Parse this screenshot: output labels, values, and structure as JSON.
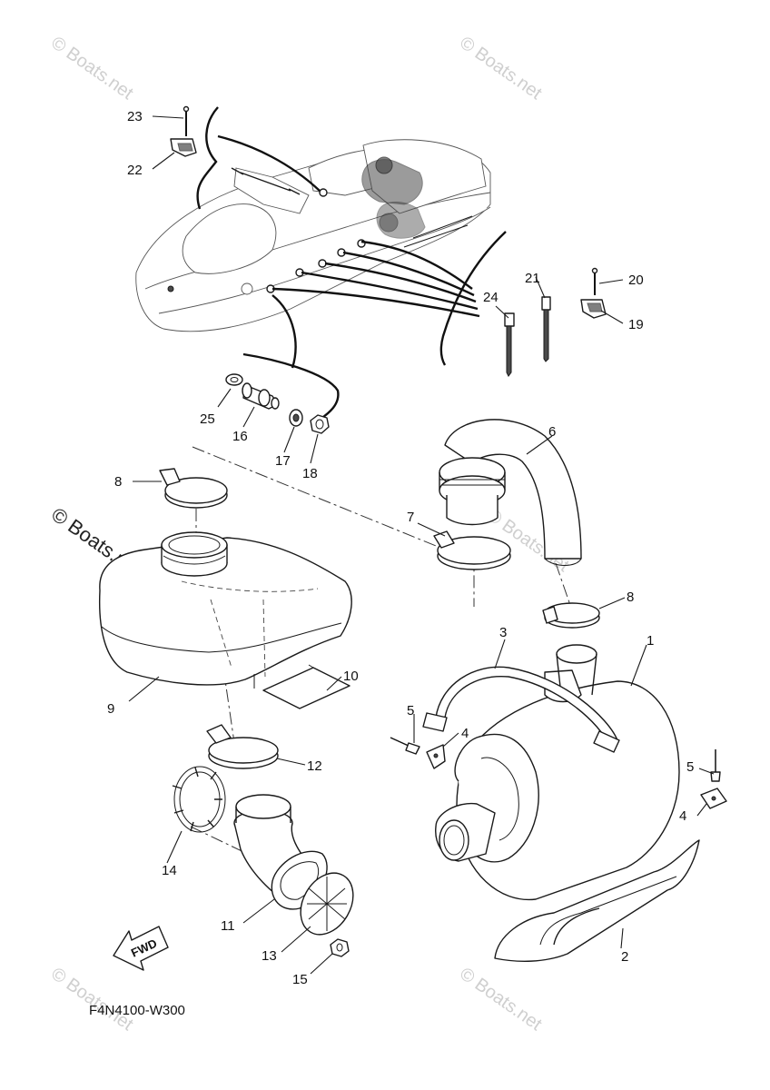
{
  "diagram_code": "F4N4100-W300",
  "fwd_label": "FWD",
  "watermark": "© Boats.net",
  "callouts": {
    "c1": "1",
    "c2": "2",
    "c3": "3",
    "c4a": "4",
    "c4b": "4",
    "c5a": "5",
    "c5b": "5",
    "c6": "6",
    "c7": "7",
    "c8a": "8",
    "c8b": "8",
    "c9": "9",
    "c10": "10",
    "c11": "11",
    "c12": "12",
    "c13": "13",
    "c14": "14",
    "c15": "15",
    "c16": "16",
    "c17": "17",
    "c18": "18",
    "c19": "19",
    "c20": "20",
    "c21": "21",
    "c22": "22",
    "c23": "23",
    "c24": "24",
    "c25": "25"
  }
}
